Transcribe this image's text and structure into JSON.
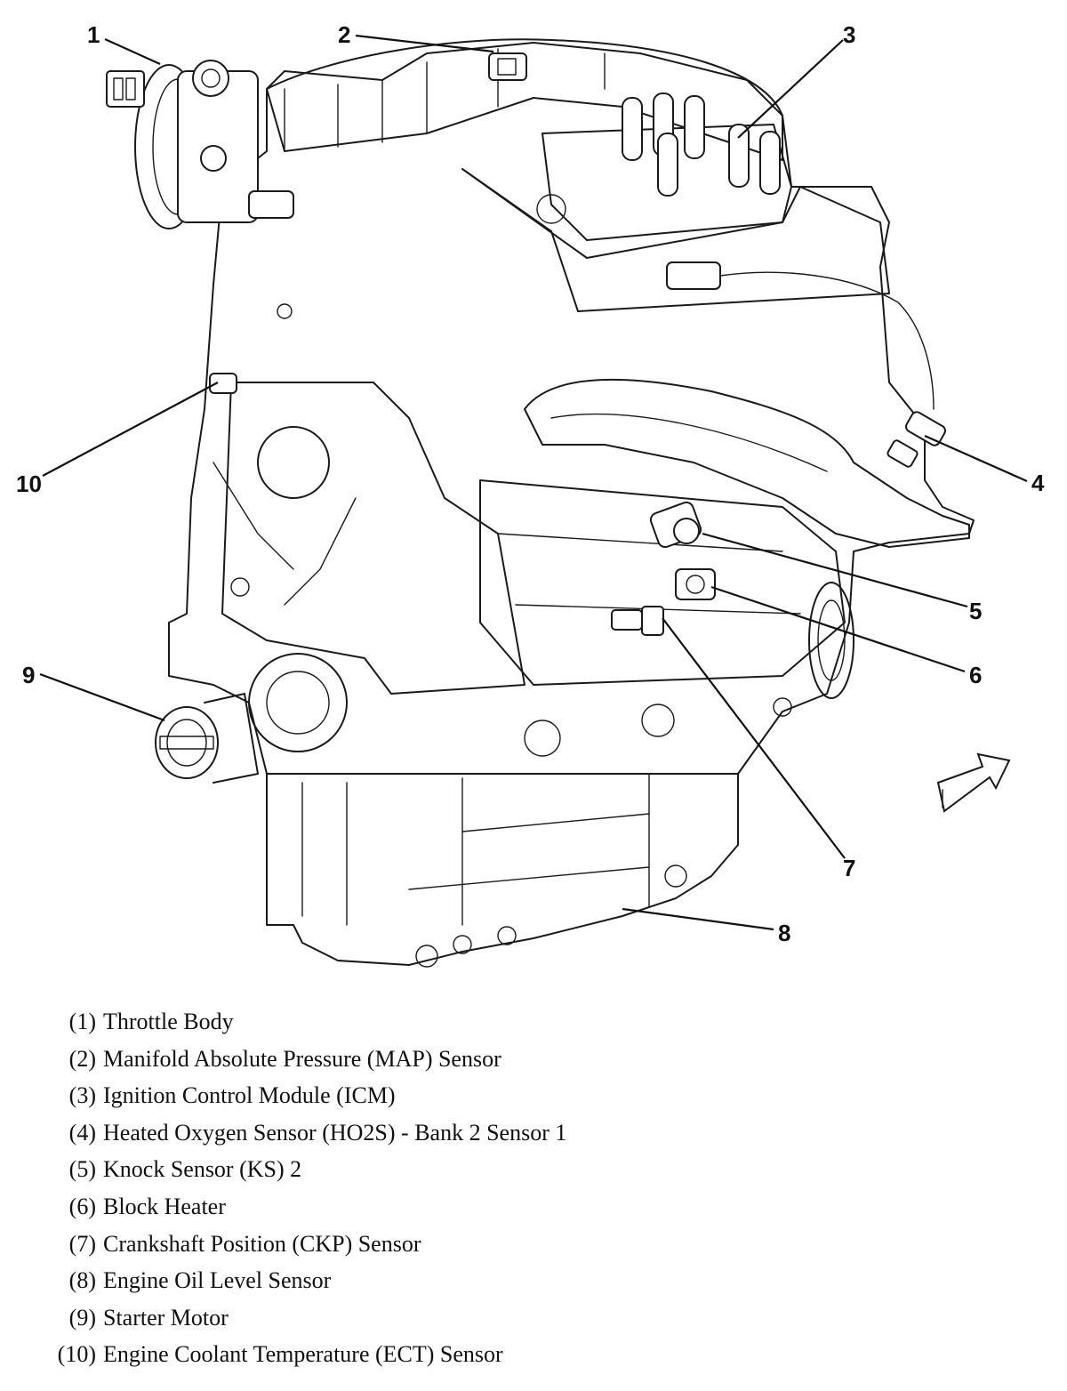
{
  "callouts": [
    "1",
    "2",
    "3",
    "4",
    "5",
    "6",
    "7",
    "8",
    "9",
    "10"
  ],
  "legend": [
    {
      "num": "(1)",
      "label": "Throttle Body"
    },
    {
      "num": "(2)",
      "label": "Manifold Absolute Pressure (MAP) Sensor"
    },
    {
      "num": "(3)",
      "label": "Ignition Control Module (ICM)"
    },
    {
      "num": "(4)",
      "label": "Heated Oxygen Sensor (HO2S) - Bank 2 Sensor 1"
    },
    {
      "num": "(5)",
      "label": "Knock Sensor (KS) 2"
    },
    {
      "num": "(6)",
      "label": "Block Heater"
    },
    {
      "num": "(7)",
      "label": "Crankshaft Position (CKP) Sensor"
    },
    {
      "num": "(8)",
      "label": "Engine Oil Level Sensor"
    },
    {
      "num": "(9)",
      "label": "Starter Motor"
    },
    {
      "num": "(10)",
      "label": "Engine Coolant Temperature (ECT) Sensor"
    }
  ],
  "icons": {
    "direction_arrow": "front-direction-arrow-icon"
  }
}
